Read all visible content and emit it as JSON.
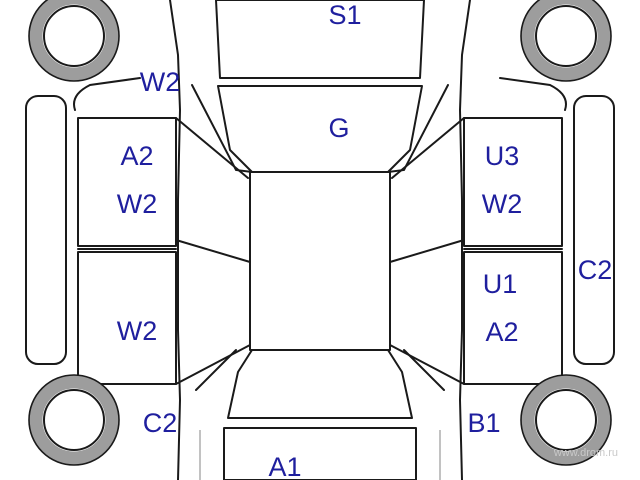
{
  "colors": {
    "outline": "#1a1a1a",
    "tyre": "#9d9d9d",
    "code": "#1f1f9e"
  },
  "labels": {
    "roof_front": "S1",
    "windshield": "G",
    "front_left_door": [
      "A2",
      "W2"
    ],
    "rear_left_door": [
      "W2"
    ],
    "front_right_door": [
      "U3",
      "W2"
    ],
    "rear_right_door": [
      "U1",
      "A2"
    ],
    "left_front_fender": "W2",
    "left_rear_fender": "C2",
    "right_sill": "C2",
    "right_rear_fender": "B1",
    "rear_panel": "A1"
  },
  "watermark": "www.drom.ru"
}
